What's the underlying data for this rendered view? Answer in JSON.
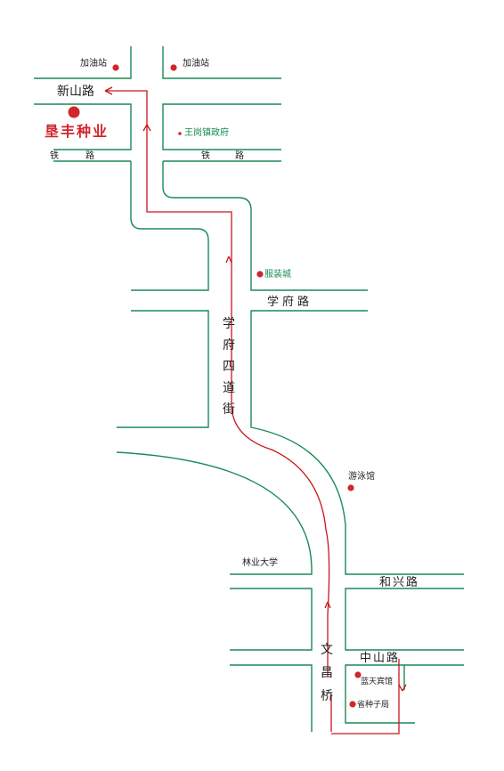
{
  "colors": {
    "road": "#1a8a57",
    "route": "#c8161d",
    "marker": "#d0262c"
  },
  "roads": {
    "xinshan": "新山路",
    "tielu_left": "铁",
    "tielu_left_2": "路",
    "tielu_right": "铁",
    "tielu_right_2": "路",
    "xuefu": "学府路",
    "xuefu_si_dao": [
      "学",
      "府",
      "四",
      "道",
      "街"
    ],
    "hexing": "和兴路",
    "zhongshan": "中山路",
    "wenchang_bridge": [
      "文",
      "昌",
      "桥"
    ]
  },
  "places": {
    "gas_station_left": "加油站",
    "gas_station_right": "加油站",
    "company": "垦丰种业",
    "town_government": "王岗镇政府",
    "clothing_city": "服装城",
    "swimming_hall": "游泳馆",
    "forestry_university": "林业大学",
    "lantian_hotel": "蓝天宾馆",
    "seed_bureau": "省种子局"
  }
}
